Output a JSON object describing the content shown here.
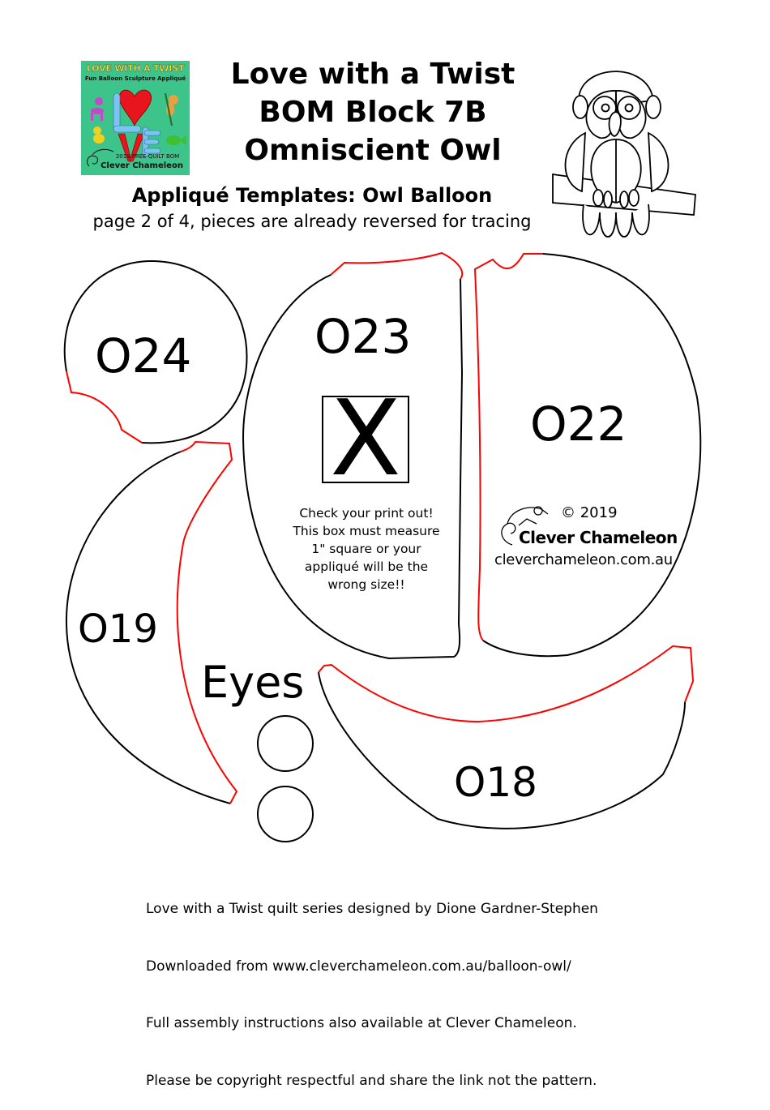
{
  "logo": {
    "title": "LOVE WITH A TWIST",
    "tagline": "Fun Balloon Sculpture Appliqué",
    "series": "2019 FREE QUILT BOM",
    "brand": "Clever Chameleon",
    "colors": {
      "background": "#3cc48a",
      "title": "#f5e63a"
    }
  },
  "header": {
    "title_lines": [
      "Love with a Twist",
      "BOM Block 7B",
      "Omniscient Owl"
    ],
    "subtitle": "Appliqué Templates: Owl Balloon",
    "page_note": "page 2 of 4, pieces are already reversed for tracing"
  },
  "pieces": [
    {
      "id": "O24",
      "label": "O24"
    },
    {
      "id": "O23",
      "label": "O23"
    },
    {
      "id": "O22",
      "label": "O22"
    },
    {
      "id": "O19",
      "label": "O19"
    },
    {
      "id": "O18",
      "label": "O18"
    },
    {
      "id": "eyes",
      "label": "Eyes"
    }
  ],
  "scale_check": {
    "box_glyph": "X",
    "note": "Check your print out!\nThis box must measure\n1\" square or your\nappliqué will be the\nwrong size!!"
  },
  "credit": {
    "copyright": "© 2019",
    "brand": "Clever Chameleon",
    "url": "cleverchameleon.com.au"
  },
  "footer": {
    "lines": [
      "Love with a Twist quilt series designed by Dione Gardner-Stephen",
      "Downloaded from www.cleverchameleon.com.au/balloon-owl/",
      "Full assembly instructions also available at Clever Chameleon.",
      "Please be copyright respectful and share the link not the pattern."
    ]
  },
  "colors": {
    "outline": "#000000",
    "underlap_edge": "#ff0000"
  }
}
